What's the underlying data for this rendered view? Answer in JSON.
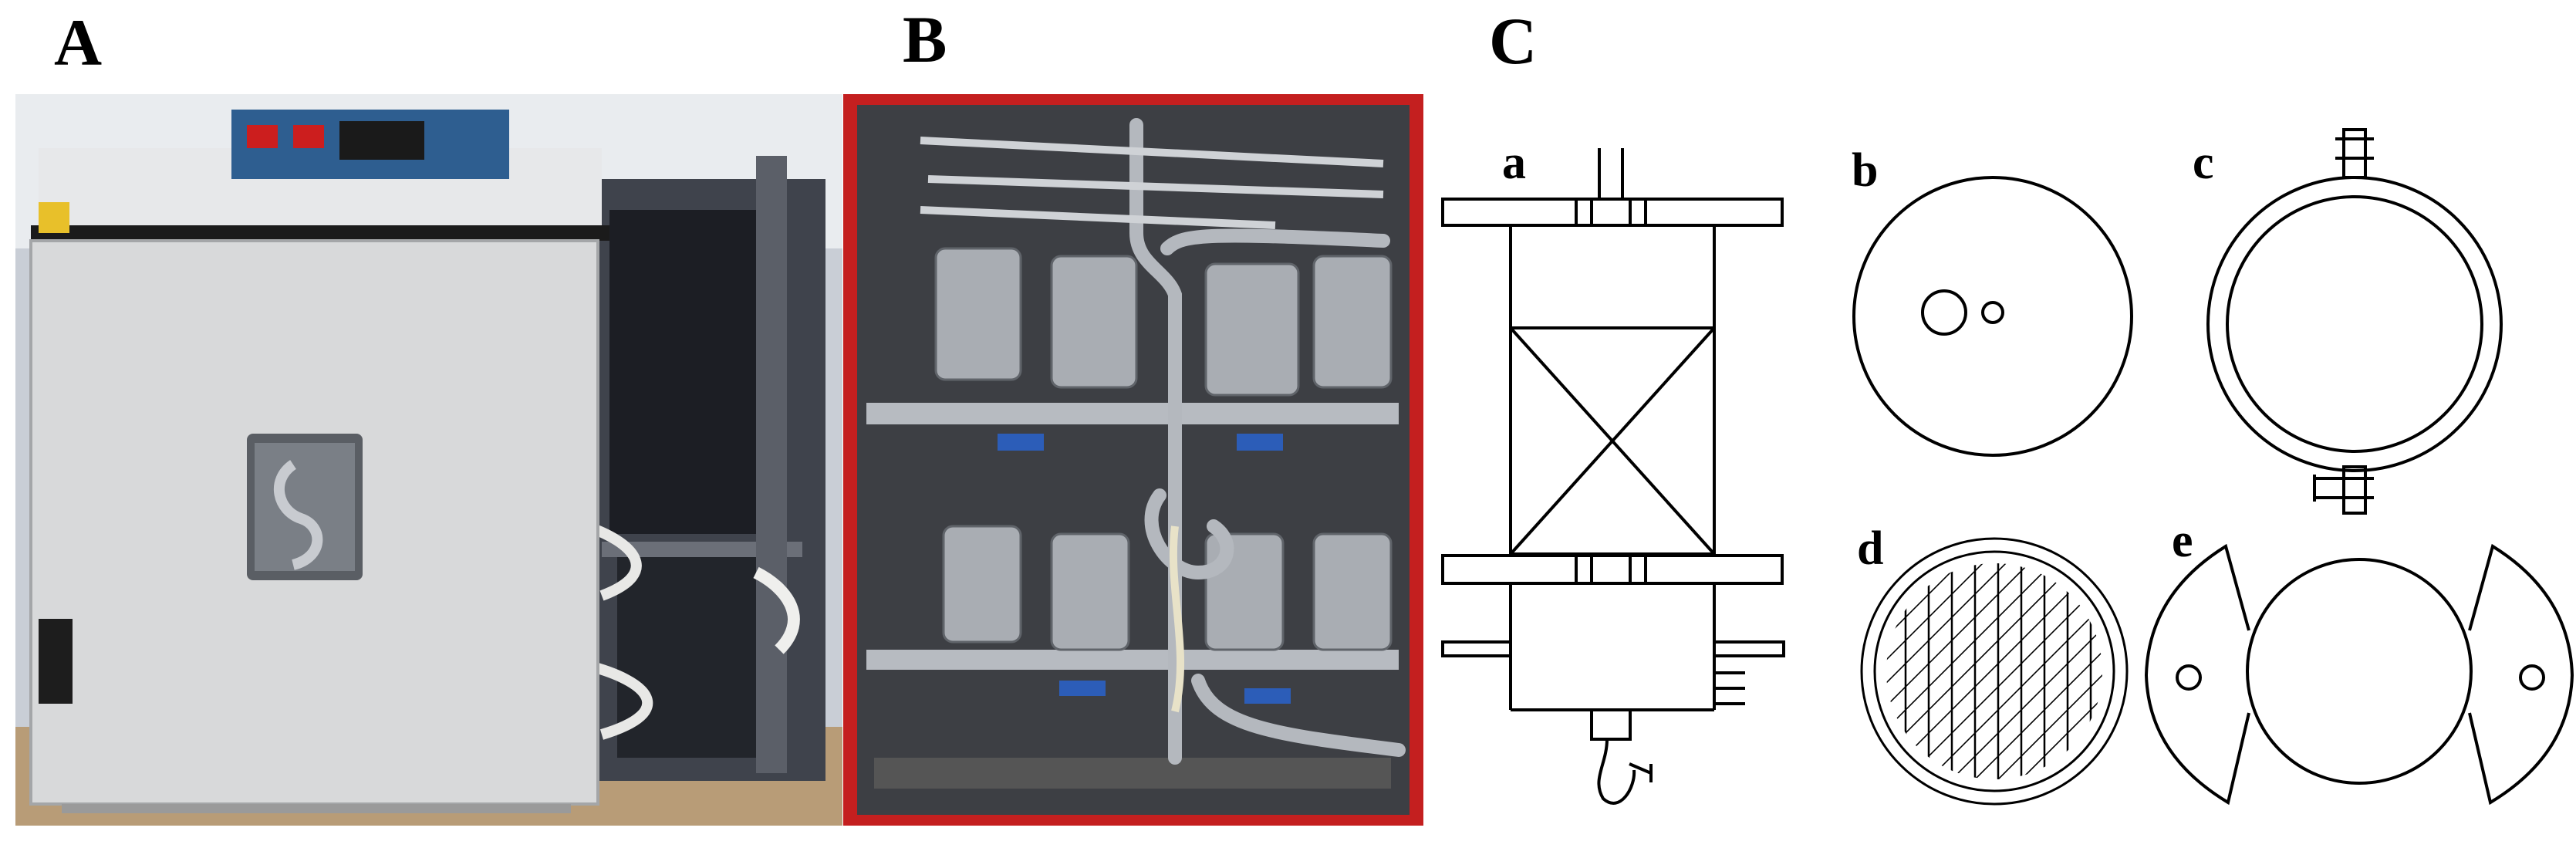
{
  "panels": {
    "A": "A",
    "B": "B",
    "C": "C"
  },
  "subpanels": {
    "a": "a",
    "b": "b",
    "c": "c",
    "d": "d",
    "e": "e"
  },
  "colors": {
    "line": "#000000",
    "oven_body": "#d9dadb",
    "oven_frame": "#4c4f58",
    "control_panel": "#3a6a9a",
    "chamber_red": "#c41f1f",
    "steel": "#a9adb3"
  }
}
